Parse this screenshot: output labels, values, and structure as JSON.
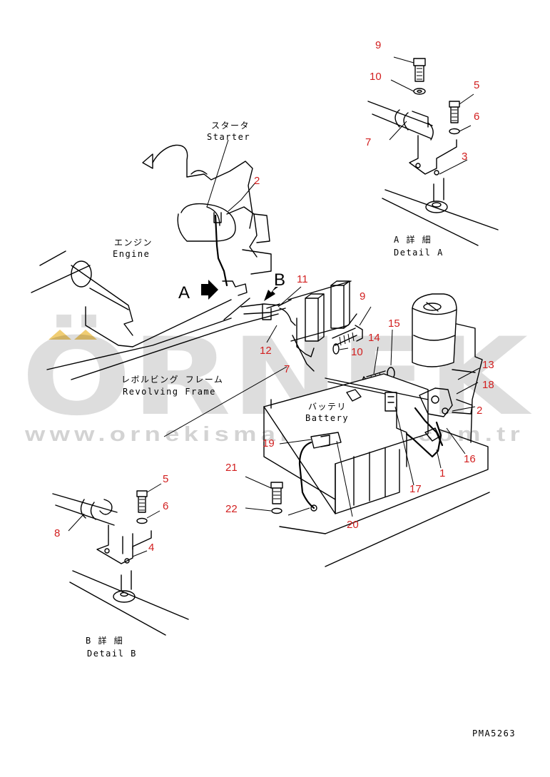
{
  "labels": {
    "starter_jp": "スタータ",
    "starter_en": "Starter",
    "engine_jp": "エンジン",
    "engine_en": "Engine",
    "frame_jp": "レボルビング フレーム",
    "frame_en": "Revolving Frame",
    "battery_jp": "バッテリ",
    "battery_en": "Battery",
    "detail_a_jp": "A 詳 細",
    "detail_a_en": "Detail A",
    "detail_b_jp": "B 詳 細",
    "detail_b_en": "Detail B",
    "view_a": "A",
    "view_b": "B",
    "drawing_code": "PMA5263"
  },
  "callouts": [
    "9",
    "10",
    "5",
    "6",
    "7",
    "3",
    "2",
    "11",
    "9",
    "12",
    "10",
    "7",
    "15",
    "14",
    "13",
    "18",
    "2",
    "16",
    "1",
    "17",
    "19",
    "20",
    "21",
    "22",
    "5",
    "6",
    "8",
    "4"
  ],
  "watermark": {
    "brand": "ÖRNEK",
    "url": "www.ornekismakinalari.com.tr",
    "color": "#e3a400"
  }
}
